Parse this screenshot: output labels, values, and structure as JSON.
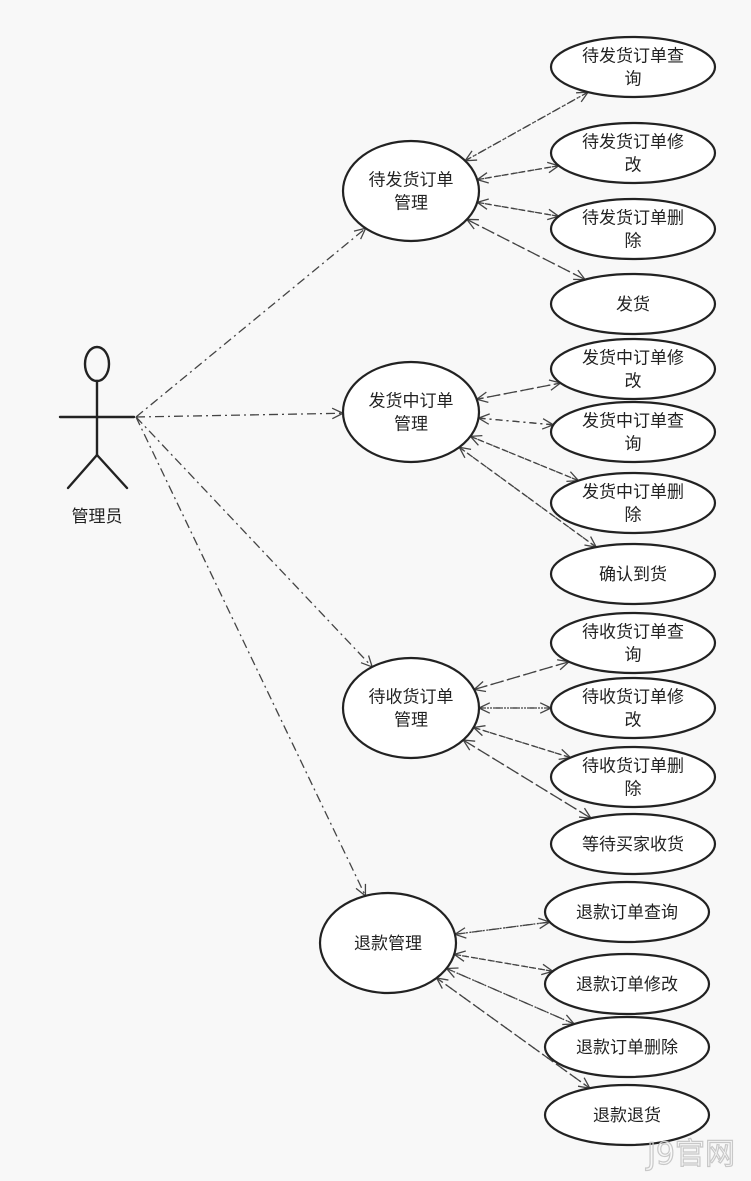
{
  "actor": {
    "label": "管理员"
  },
  "groups": [
    {
      "label": [
        "待发货订单",
        "管理"
      ],
      "children": [
        [
          "待发货订单查",
          "询"
        ],
        [
          "待发货订单修",
          "改"
        ],
        [
          "待发货订单删",
          "除"
        ],
        [
          "发货"
        ]
      ]
    },
    {
      "label": [
        "发货中订单",
        "管理"
      ],
      "children": [
        [
          "发货中订单修",
          "改"
        ],
        [
          "发货中订单查",
          "询"
        ],
        [
          "发货中订单删",
          "除"
        ],
        [
          "确认到货"
        ]
      ]
    },
    {
      "label": [
        "待收货订单",
        "管理"
      ],
      "children": [
        [
          "待收货订单查",
          "询"
        ],
        [
          "待收货订单修",
          "改"
        ],
        [
          "待收货订单删",
          "除"
        ],
        [
          "等待买家收货"
        ]
      ]
    },
    {
      "label": [
        "退款管理"
      ],
      "children": [
        [
          "退款订单查询"
        ],
        [
          "退款订单修改"
        ],
        [
          "退款订单删除"
        ],
        [
          "退款退货"
        ]
      ]
    }
  ],
  "watermark": "J9官网"
}
